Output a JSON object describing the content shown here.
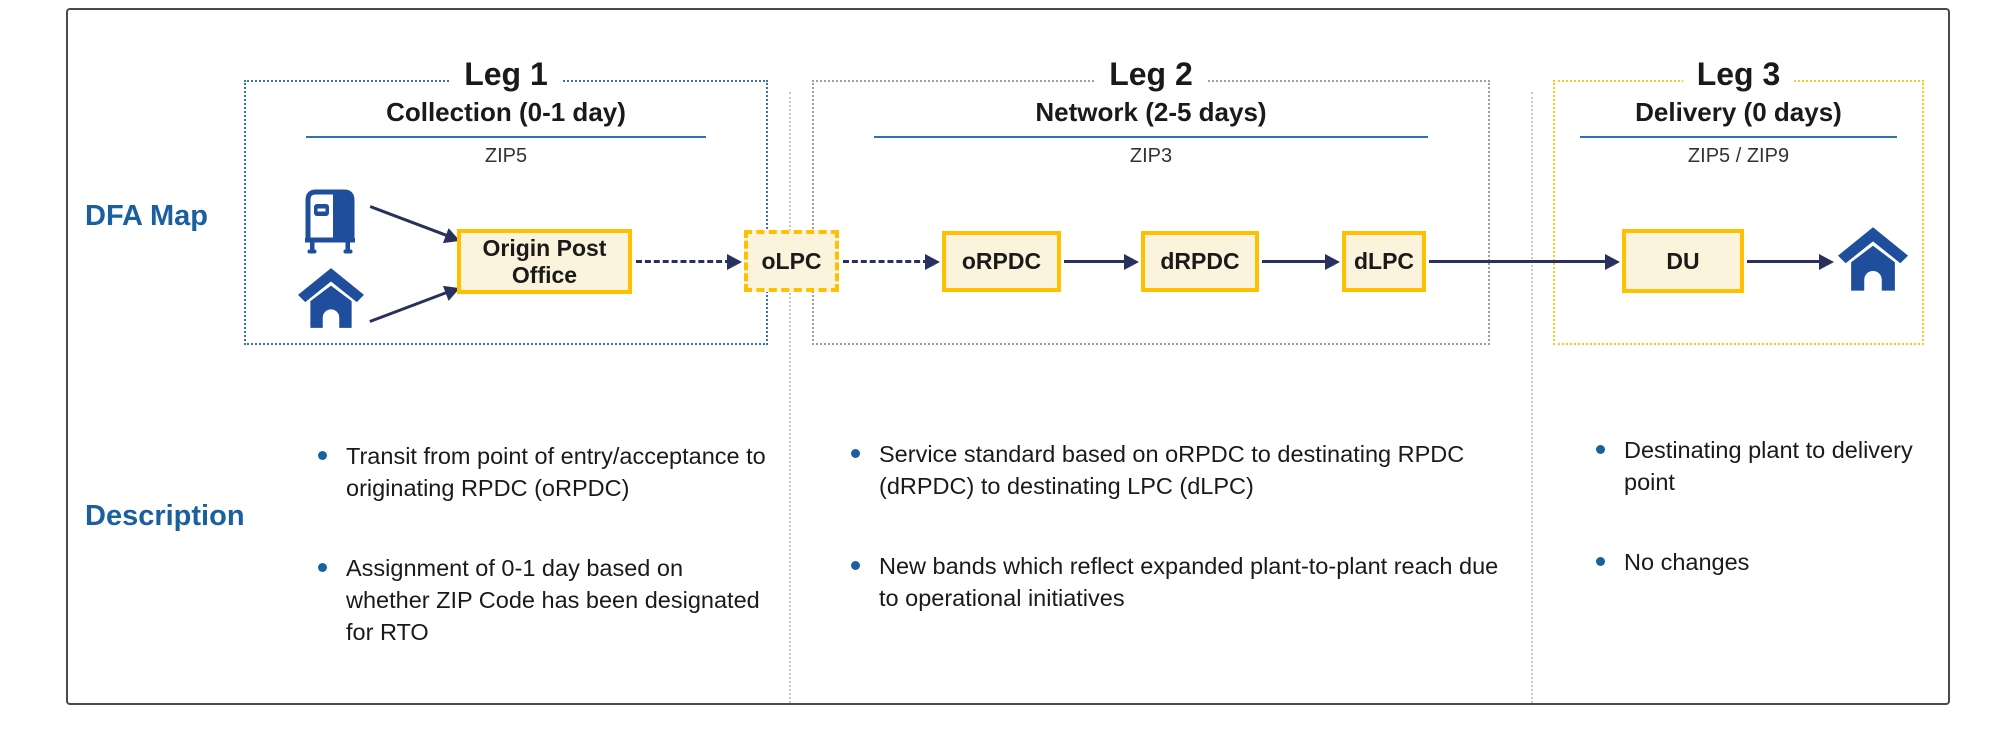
{
  "row_labels": {
    "map": "DFA Map",
    "description": "Description"
  },
  "legs": [
    {
      "title": "Leg 1",
      "subtitle": "Collection (0-1 day)",
      "zip": "ZIP5",
      "bullets": [
        "Transit from point of entry/acceptance to originating RPDC (oRPDC)",
        "Assignment of 0-1 day based on whether ZIP Code has been designated for RTO"
      ]
    },
    {
      "title": "Leg 2",
      "subtitle": "Network (2-5 days)",
      "zip": "ZIP3",
      "bullets": [
        "Service standard based on oRPDC to destinating RPDC (dRPDC) to destinating LPC (dLPC)",
        "New bands which reflect expanded plant-to-plant reach due to operational initiatives"
      ]
    },
    {
      "title": "Leg 3",
      "subtitle": "Delivery (0 days)",
      "zip": "ZIP5 / ZIP9",
      "bullets": [
        "Destinating plant to delivery point",
        "No changes"
      ]
    }
  ],
  "nodes": {
    "origin_post_office": "Origin Post Office",
    "olpc": "oLPC",
    "orpdc": "oRPDC",
    "drpdc": "dRPDC",
    "dlpc": "dLPC",
    "du": "DU"
  },
  "icons": {
    "mailbox": "mailbox-icon",
    "origin_house": "house-icon",
    "destination_house": "house-icon"
  },
  "colors": {
    "arrow_navy": "#29305E",
    "node_border_gold": "#FFC000",
    "node_fill_cream": "#FBF3DC",
    "icon_blue": "#1E4E9C",
    "label_blue": "#1A609F",
    "leg1_border_blue": "#3373B3",
    "leg2_border_gray": "#9E9E9E",
    "leg3_border_yellow": "#FFC81E",
    "subtitle_underline_blue": "#2E74B5"
  }
}
